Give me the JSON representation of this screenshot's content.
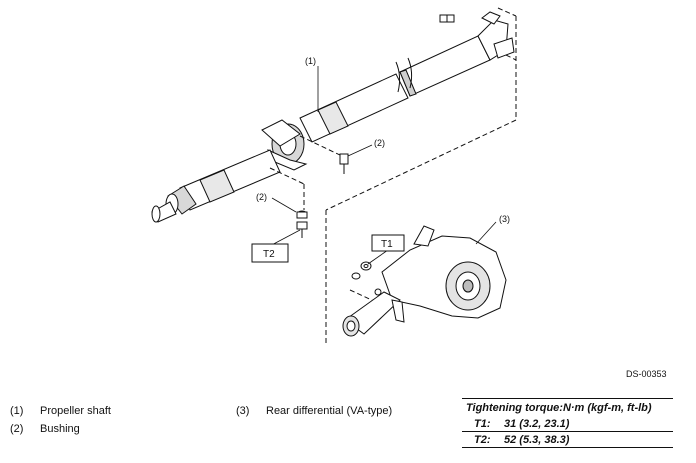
{
  "callouts": {
    "c1": "(1)",
    "c2a": "(2)",
    "c2b": "(2)",
    "c3": "(3)",
    "t1": "T1",
    "t2": "T2"
  },
  "doc_id": "DS-00353",
  "legend": [
    {
      "num": "(1)",
      "text": "Propeller shaft"
    },
    {
      "num": "(2)",
      "text": "Bushing"
    },
    {
      "num": "(3)",
      "text": "Rear differential (VA-type)"
    }
  ],
  "torque": {
    "title": "Tightening torque:N·m (kgf-m, ft-lb)",
    "rows": [
      {
        "tag": "T1:",
        "value": "31 (3.2, 23.1)"
      },
      {
        "tag": "T2:",
        "value": "52 (5.3, 38.3)"
      }
    ]
  }
}
